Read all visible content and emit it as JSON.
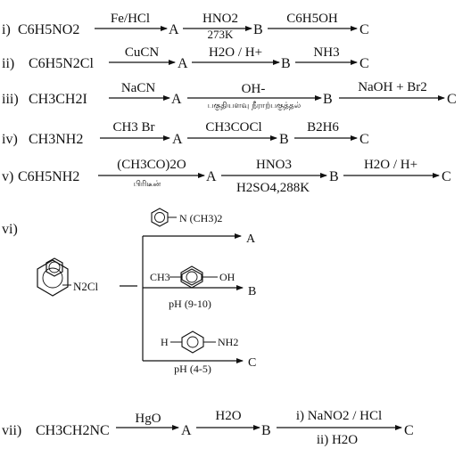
{
  "reactions": [
    {
      "num": "i)",
      "start": "C6H5NO2",
      "step1": {
        "above": "Fe/HCl",
        "product": "A"
      },
      "step2": {
        "above": "HNO2",
        "below": "273K",
        "product": "B"
      },
      "step3": {
        "above": "C6H5OH",
        "product": "C"
      }
    },
    {
      "num": "ii)",
      "start": "C6H5N2Cl",
      "step1": {
        "above": "CuCN",
        "product": "A"
      },
      "step2": {
        "above": "H2O / H+",
        "product": "B"
      },
      "step3": {
        "above": "NH3",
        "product": "C"
      }
    },
    {
      "num": "iii)",
      "start": "CH3CH2I",
      "step1": {
        "above": "NaCN",
        "product": "A"
      },
      "step2": {
        "above": "OH-",
        "below": "பகுதியளவு நீராற்பகுத்தல்",
        "product": "B"
      },
      "step3": {
        "above": "NaOH + Br2",
        "product": "C"
      }
    },
    {
      "num": "iv)",
      "start": "CH3NH2",
      "step1": {
        "above": "CH3 Br",
        "product": "A"
      },
      "step2": {
        "above": "CH3COCl",
        "product": "B"
      },
      "step3": {
        "above": "B2H6",
        "product": "C"
      }
    },
    {
      "num": "v)",
      "start": "C6H5NH2",
      "step1": {
        "above": "(CH3CO)2O",
        "below": "பிரிடீன்",
        "product": "A"
      },
      "step2": {
        "above": "HNO3",
        "below": "H2SO4,288K",
        "product": "B"
      },
      "step3": {
        "above": "H2O / H+",
        "product": "C"
      }
    }
  ],
  "reaction_vi": {
    "num": "vi)",
    "reactant_group": "N2Cl",
    "branches": [
      {
        "reagent": "N (CH3)2",
        "condition": "",
        "product": "A"
      },
      {
        "reagent_left": "CH3",
        "reagent_right": "OH",
        "condition": "pH (9-10)",
        "product": "B"
      },
      {
        "reagent_left": "H",
        "reagent_right": "NH2",
        "condition": "pH (4-5)",
        "product": "C"
      }
    ]
  },
  "reaction_vii": {
    "num": "vii)",
    "start": "CH3CH2NC",
    "step1": {
      "above": "HgO",
      "product": "A"
    },
    "step2": {
      "above": "H2O",
      "product": "B"
    },
    "step3": {
      "above": "i) NaNO2 / HCl",
      "below": "ii) H2O",
      "product": "C"
    }
  }
}
